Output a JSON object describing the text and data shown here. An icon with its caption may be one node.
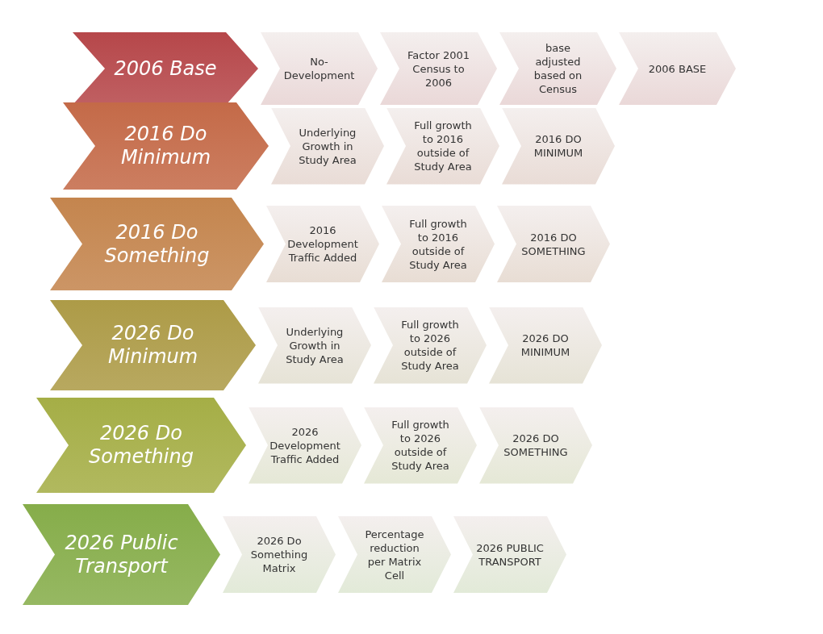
{
  "diagram": {
    "nodes": [
      {
        "text": [
          "2006 Base"
        ]
      },
      {
        "text": [
          "No-Development"
        ]
      },
      {
        "text": [
          "Factor 2001 Census to 2006"
        ]
      },
      {
        "text": [
          "base adjusted based on Census"
        ]
      },
      {
        "text": [
          "2006 BASE"
        ]
      },
      {
        "text": [
          "2016 Do Minimum"
        ]
      },
      {
        "text": [
          "Underlying Growth in Study Area"
        ]
      },
      {
        "text": [
          "Full growth to 2016 outside of Study Area"
        ]
      },
      {
        "text": [
          "2016 DO MINIMUM"
        ]
      },
      {
        "text": [
          "2016 Do Something"
        ]
      },
      {
        "text": [
          "2016 Development Traffic Added"
        ]
      },
      {
        "text": [
          "Full growth to 2016 outside of Study Area"
        ]
      },
      {
        "text": [
          "2016 DO SOMETHING"
        ]
      },
      {
        "text": [
          "2026 Do Minimum"
        ]
      },
      {
        "text": [
          "Underlying Growth in Study Area"
        ]
      },
      {
        "text": [
          "Full growth to 2026 outside of Study Area"
        ]
      },
      {
        "text": [
          "2026 DO MINIMUM"
        ]
      },
      {
        "text": [
          "2026 Do Something"
        ]
      },
      {
        "text": [
          "2026 Development Traffic Added"
        ]
      },
      {
        "text": [
          "Full growth to 2026 outside of Study Area"
        ]
      },
      {
        "text": [
          "2026 DO SOMETHING"
        ]
      },
      {
        "text": [
          "2026 Public Transport"
        ]
      },
      {
        "text": [
          "2026 Do Something Matrix"
        ]
      },
      {
        "text": [
          "Percentage reduction per Matrix Cell"
        ]
      },
      {
        "text": [
          "2026 PUBLIC TRANSPORT"
        ]
      }
    ]
  }
}
